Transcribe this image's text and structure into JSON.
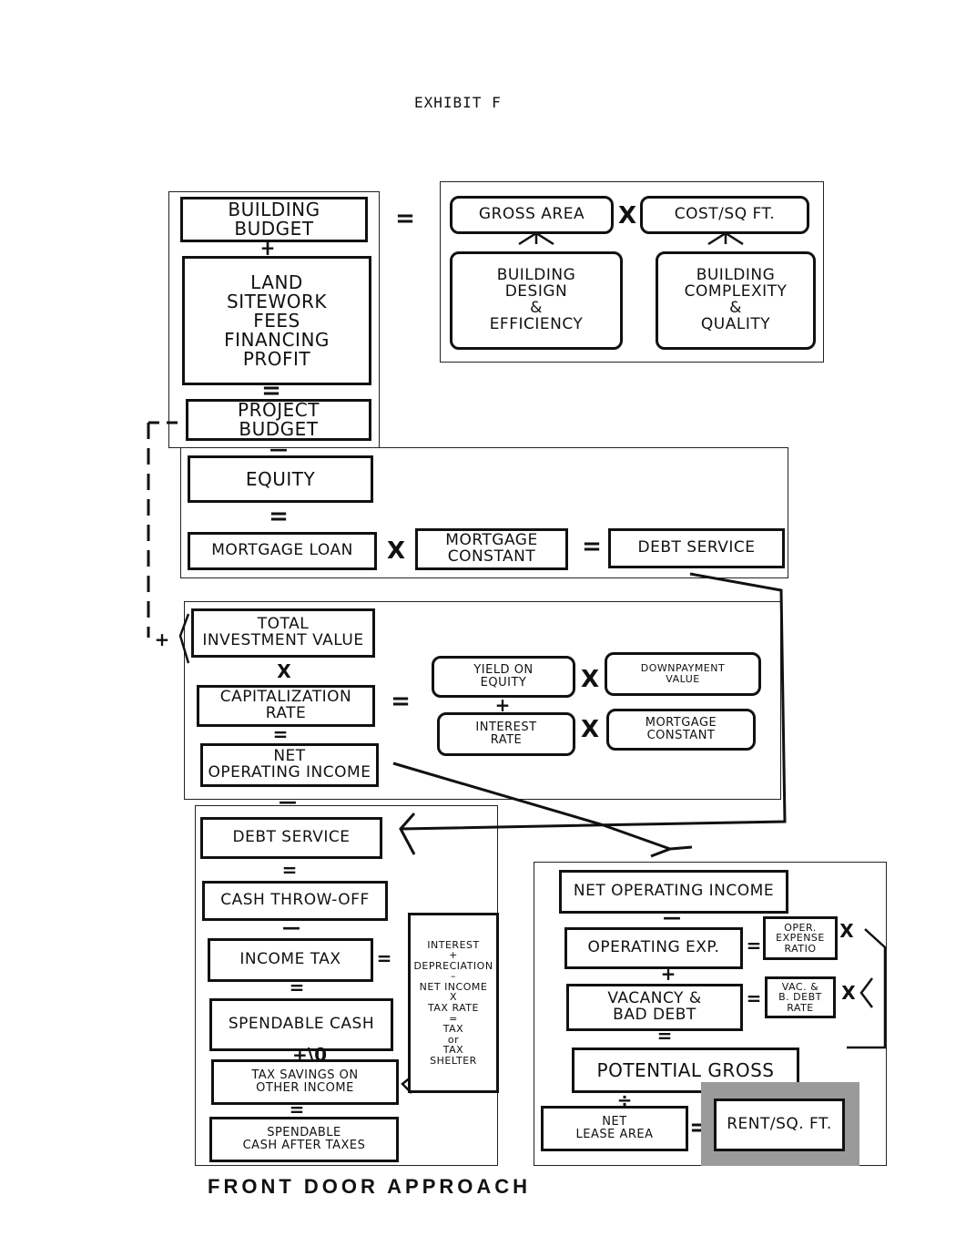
{
  "title": "EXHIBIT F",
  "footer": "FRONT DOOR APPROACH",
  "boxes": {
    "building_budget": "BUILDING\nBUDGET",
    "gross_area": "GROSS AREA",
    "cost_sq_ft": "COST/SQ FT.",
    "building_design": "BUILDING\nDESIGN\n&\nEFFICIENCY",
    "building_complexity": "BUILDING\nCOMPLEXITY\n&\nQUALITY",
    "land_etc": "LAND\nSITEWORK\nFEES\nFINANCING\nPROFIT",
    "project_budget": "PROJECT\nBUDGET",
    "equity": "EQUITY",
    "mortgage_loan": "MORTGAGE LOAN",
    "mortgage_constant_1": "MORTGAGE\nCONSTANT",
    "debt_service_1": "DEBT SERVICE",
    "total_investment_value": "TOTAL\nINVESTMENT VALUE",
    "capitalization_rate": "CAPITALIZATION\nRATE",
    "net_operating_income_1": "NET\nOPERATING INCOME",
    "yield_on_equity": "YIELD ON\nEQUITY",
    "downpayment_value": "DOWNPAYMENT\nVALUE",
    "interest_rate": "INTEREST\nRATE",
    "mortgage_constant_2": "MORTGAGE\nCONSTANT",
    "debt_service_2": "DEBT SERVICE",
    "cash_throw_off": "CASH THROW-OFF",
    "income_tax": "INCOME TAX",
    "spendable_cash": "SPENDABLE CASH",
    "tax_savings": "TAX SAVINGS ON\nOTHER INCOME",
    "spendable_after_taxes": "SPENDABLE\nCASH AFTER TAXES",
    "tax_calc": "INTEREST\n+\nDEPRECIATION\n–\nNET INCOME\nX\nTAX RATE\n=\nTAX\nor\nTAX\nSHELTER",
    "net_operating_income_2": "NET OPERATING INCOME",
    "operating_exp": "OPERATING EXP.",
    "oper_expense_ratio": "OPER.\nEXPENSE\nRATIO",
    "vacancy_bad_debt": "VACANCY &\nBAD DEBT",
    "vac_bad_debt_rate": "VAC. &\nB. DEBT\nRATE",
    "potential_gross": "POTENTIAL GROSS",
    "net_lease_area": "NET\nLEASE AREA",
    "rent_sq_ft": "RENT/SQ. FT."
  },
  "operators": {
    "equals": "=",
    "times": "X",
    "plus": "+",
    "minus": "—",
    "plus_minus": "+\\0",
    "divide": "÷",
    "plus_marker": "+"
  }
}
